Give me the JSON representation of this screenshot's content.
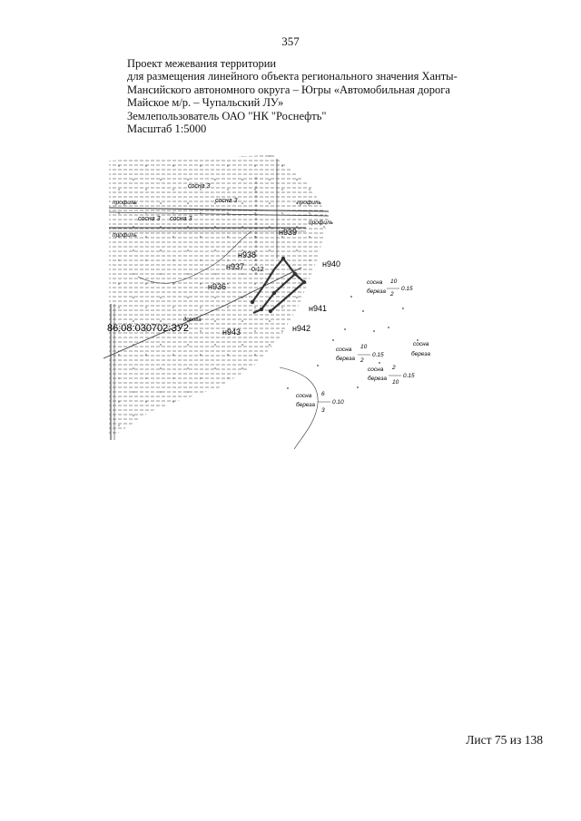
{
  "page_number": "357",
  "header": {
    "line1": "Проект межевания территории",
    "line2": "для размещения линейного объекта регионального значения Ханты-",
    "line3": "Мансийского автономного округа – Югры  «Автомобильная дорога",
    "line4": "Майское м/р. – Чупальский ЛУ»",
    "land_user": "Землепользователь ОАО \"НК \"Роснефть\"",
    "scale": "Масштаб 1:5000"
  },
  "map": {
    "points": {
      "n936": "н936",
      "n937": "н937",
      "n938": "н938",
      "n939": "н939",
      "n940": "н940",
      "n941": "н941",
      "n942": "н942",
      "n943": "н943"
    },
    "parcel_id": "86:08:030702:ЗУ2",
    "profile_labels": [
      "профиль",
      "профиль",
      "профиль",
      "профиль"
    ],
    "forest_labels": [
      "сосна 3",
      "сосна 3",
      "сосна 3",
      "сосна 3"
    ],
    "roads_label": "дорога",
    "value_012": "0.12",
    "value_015": "0.15",
    "taxation": [
      {
        "species1": "сосна",
        "species2": "береза",
        "v1": "10",
        "v2": "2",
        "v3": "0.15"
      },
      {
        "species1": "сосна",
        "species2": "береза",
        "v1": "10",
        "v2": "2",
        "v3": "0.15"
      },
      {
        "species1": "сосна",
        "species2": "береза",
        "v1": "2",
        "v2": "10",
        "v3": "0.15"
      },
      {
        "species1": "сосна",
        "species2": "береза",
        "v1": "6",
        "v2": "3",
        "v3": "0.10"
      },
      {
        "species1": "сосна",
        "species2": "береза"
      }
    ]
  },
  "footer": {
    "sheet": "Лист 75 из 138"
  }
}
